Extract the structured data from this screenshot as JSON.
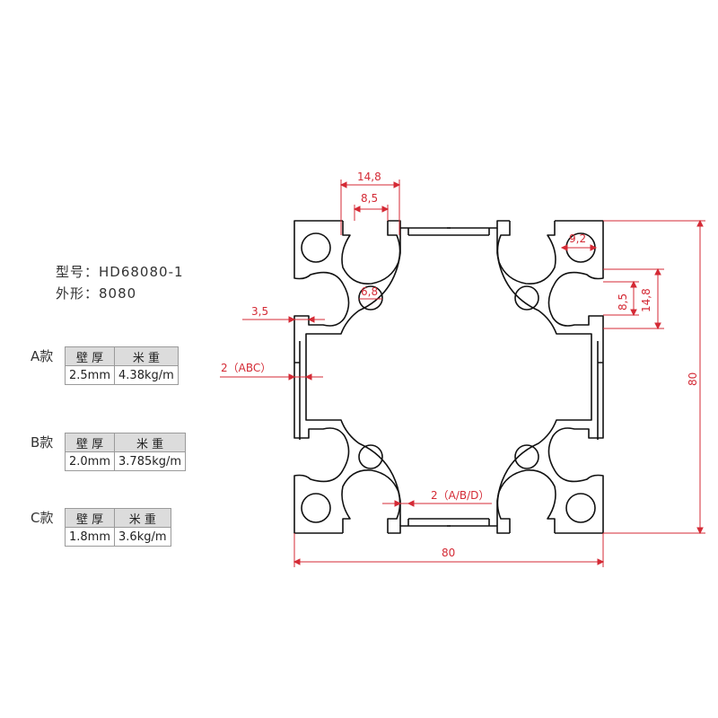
{
  "header": {
    "model_label": "型号：",
    "model_value": "HD68080-1",
    "shape_label": "外形：",
    "shape_value": "8080"
  },
  "variants": [
    {
      "letter": "A款",
      "col1_header": "壁 厚",
      "col2_header": "米 重",
      "wall": "2.5mm",
      "weight": "4.38kg/m"
    },
    {
      "letter": "B款",
      "col1_header": "壁 厚",
      "col2_header": "米 重",
      "wall": "2.0mm",
      "weight": "3.785kg/m"
    },
    {
      "letter": "C款",
      "col1_header": "壁 厚",
      "col2_header": "米 重",
      "wall": "1.8mm",
      "weight": "3.6kg/m"
    }
  ],
  "dimensions": {
    "slot_outer": "14,8",
    "slot_inner": "8,5",
    "hole_small": "6,8",
    "hole_corner": "9,2",
    "lip": "3,5",
    "wall_abc": "2（ABC）",
    "wall_abd": "2（A/B/D）",
    "side_slot_inner": "8,5",
    "side_slot_outer": "14,8",
    "height": "80",
    "width": "80"
  },
  "colors": {
    "dimension": "#d42a35",
    "profile_line": "#111111",
    "table_header_bg": "#dcdcdc"
  }
}
